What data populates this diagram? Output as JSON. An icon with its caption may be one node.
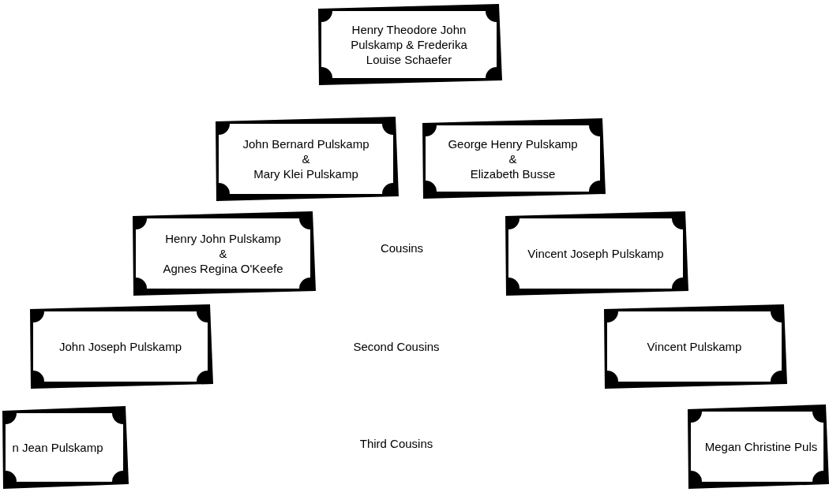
{
  "diagram": {
    "nodes": [
      {
        "text": [
          "Henry Theodore John Pulskamp & Frederika Louise Schaefer"
        ]
      },
      {
        "text": [
          "John Bernard Pulskamp",
          "&",
          "Mary Klei Pulskamp"
        ]
      },
      {
        "text": [
          "George Henry Pulskamp",
          "&",
          "Elizabeth Busse"
        ]
      },
      {
        "text": [
          "Henry John Pulskamp",
          "&",
          "Agnes Regina O'Keefe"
        ]
      },
      {
        "text": [
          "Vincent Joseph Pulskamp"
        ]
      },
      {
        "text": [
          "John Joseph Pulskamp"
        ]
      },
      {
        "text": [
          "Vincent Pulskamp"
        ]
      },
      {
        "text": [
          "n Jean Pulskamp"
        ]
      },
      {
        "text": [
          "Megan Christine Puls"
        ]
      }
    ],
    "edges": [],
    "labels": [
      "Cousins",
      "Second Cousins",
      "Third Cousins"
    ]
  }
}
